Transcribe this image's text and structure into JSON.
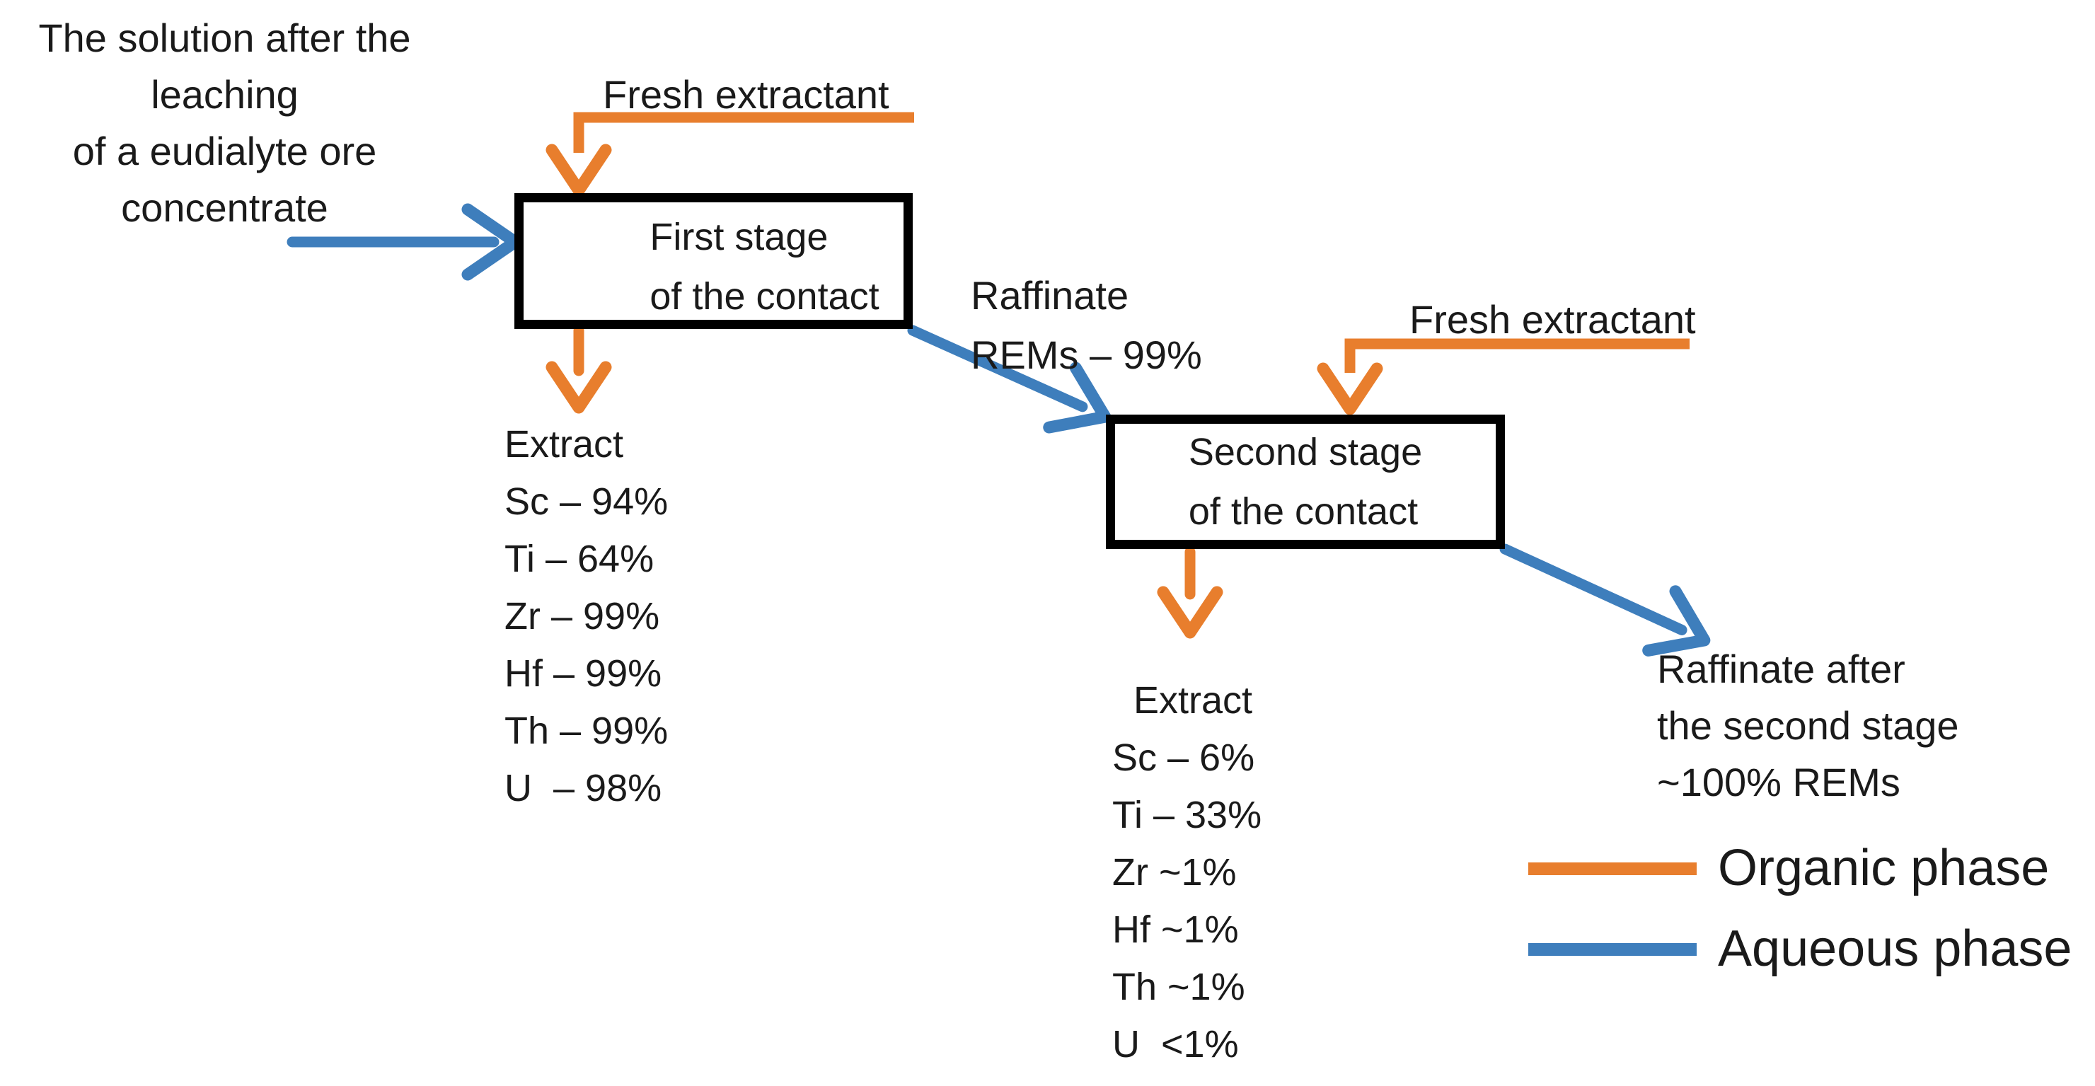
{
  "source": {
    "label": "The solution after the\nleaching\nof a eudialyte ore\nconcentrate"
  },
  "stage1": {
    "fresh_extractant_label": "Fresh extractant",
    "box_label": "First stage\nof the contact",
    "extract": {
      "title": "Extract",
      "items": [
        "Sc – 94%",
        "Ti – 64%",
        "Zr – 99%",
        "Hf – 99%",
        "Th – 99%",
        "U  – 98%"
      ]
    },
    "raffinate_label": "Raffinate\nREMs – 99%"
  },
  "stage2": {
    "fresh_extractant_label": "Fresh extractant",
    "box_label": "Second stage\nof the contact",
    "extract": {
      "title": "Extract",
      "items": [
        "Sc – 6%",
        "Ti – 33%",
        "Zr ~1%",
        "Hf ~1%",
        "Th ~1%",
        "U  <1%"
      ]
    },
    "raffinate_label": "Raffinate after\nthe second stage\n~100% REMs"
  },
  "legend": {
    "organic_label": "Organic phase",
    "aqueous_label": "Aqueous phase"
  },
  "colors": {
    "organic_phase": "#E87E2D",
    "aqueous_phase": "#3E7EBC"
  }
}
